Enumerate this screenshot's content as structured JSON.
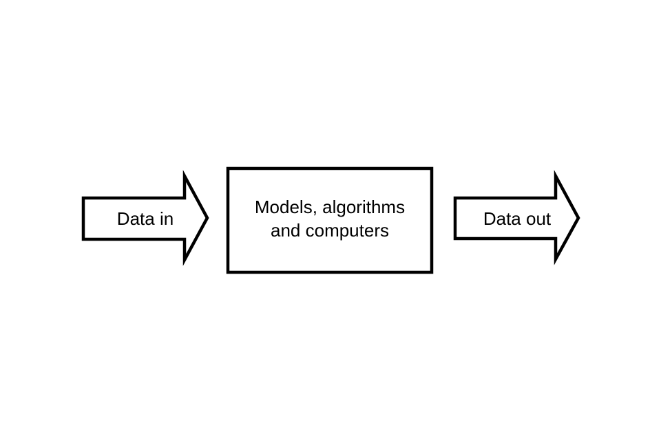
{
  "diagram": {
    "type": "flow-diagram",
    "background_color": "#ffffff",
    "stroke_color": "#000000",
    "fill_color": "#ffffff",
    "nodes": [
      {
        "id": "data-in",
        "shape": "right-arrow",
        "label": "Data in",
        "role": "input"
      },
      {
        "id": "processing",
        "shape": "rectangle",
        "label": "Models, algorithms\nand computers",
        "line_1": "Models, algorithms",
        "line_2": "and computers",
        "role": "process"
      },
      {
        "id": "data-out",
        "shape": "right-arrow",
        "label": "Data out",
        "role": "output"
      }
    ],
    "flow_order": [
      "data-in",
      "processing",
      "data-out"
    ]
  }
}
